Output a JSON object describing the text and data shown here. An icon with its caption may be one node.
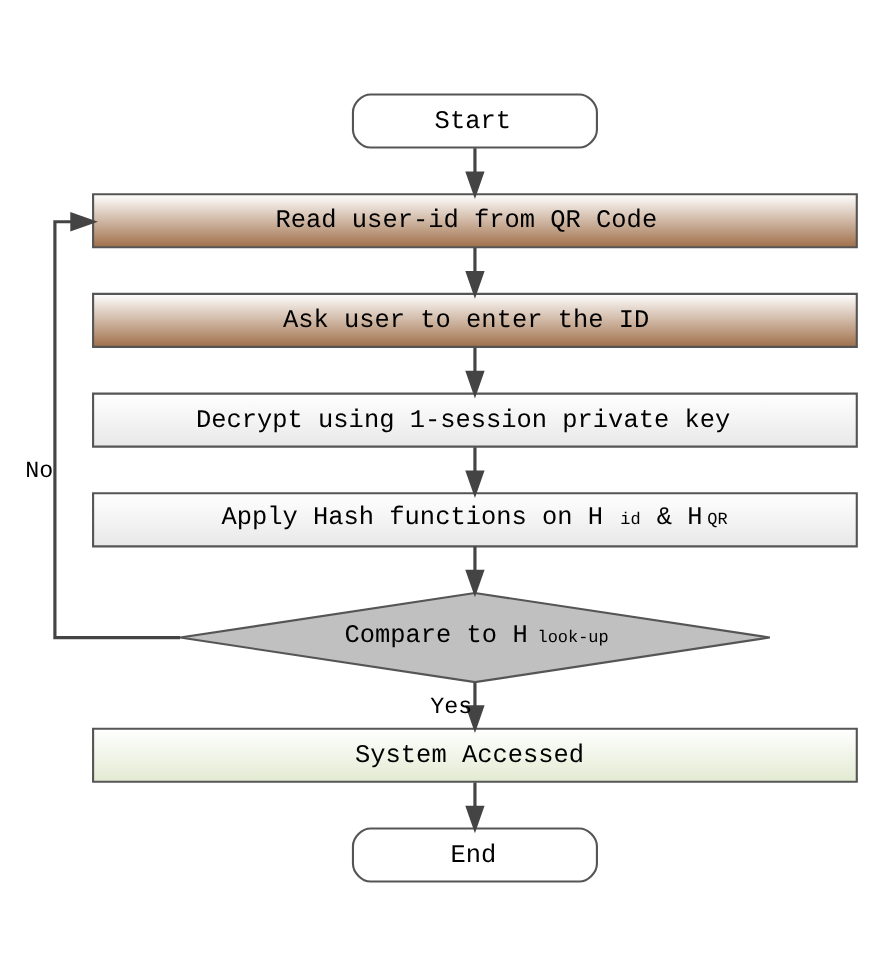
{
  "diagram": {
    "nodes": [
      {
        "text": [
          "Start"
        ]
      },
      {
        "text": [
          "Read user-id from QR Code"
        ]
      },
      {
        "text": [
          "Ask user to enter the ID"
        ]
      },
      {
        "text": [
          "Decrypt using 1-session private key"
        ]
      },
      {
        "text": [
          "Apply Hash functions on H$_{id}$ & H$_{QR}$"
        ]
      },
      {
        "text": [
          "Compare to H$_{look-up}$"
        ]
      },
      {
        "text": [
          "System Accessed"
        ]
      },
      {
        "text": [
          "End"
        ]
      }
    ],
    "edges": [
      {
        "from": 0,
        "to": 1,
        "arrow": "to"
      },
      {
        "from": 1,
        "to": 2,
        "arrow": "to"
      },
      {
        "from": 2,
        "to": 3,
        "arrow": "to"
      },
      {
        "from": 3,
        "to": 4,
        "arrow": "to"
      },
      {
        "from": 4,
        "to": 5,
        "arrow": "to"
      },
      {
        "from": 5,
        "to": 1,
        "arrow": "to",
        "label": "No"
      },
      {
        "from": 5,
        "to": 6,
        "arrow": "to",
        "label": "Yes"
      },
      {
        "from": 6,
        "to": 7,
        "arrow": "to"
      }
    ]
  }
}
